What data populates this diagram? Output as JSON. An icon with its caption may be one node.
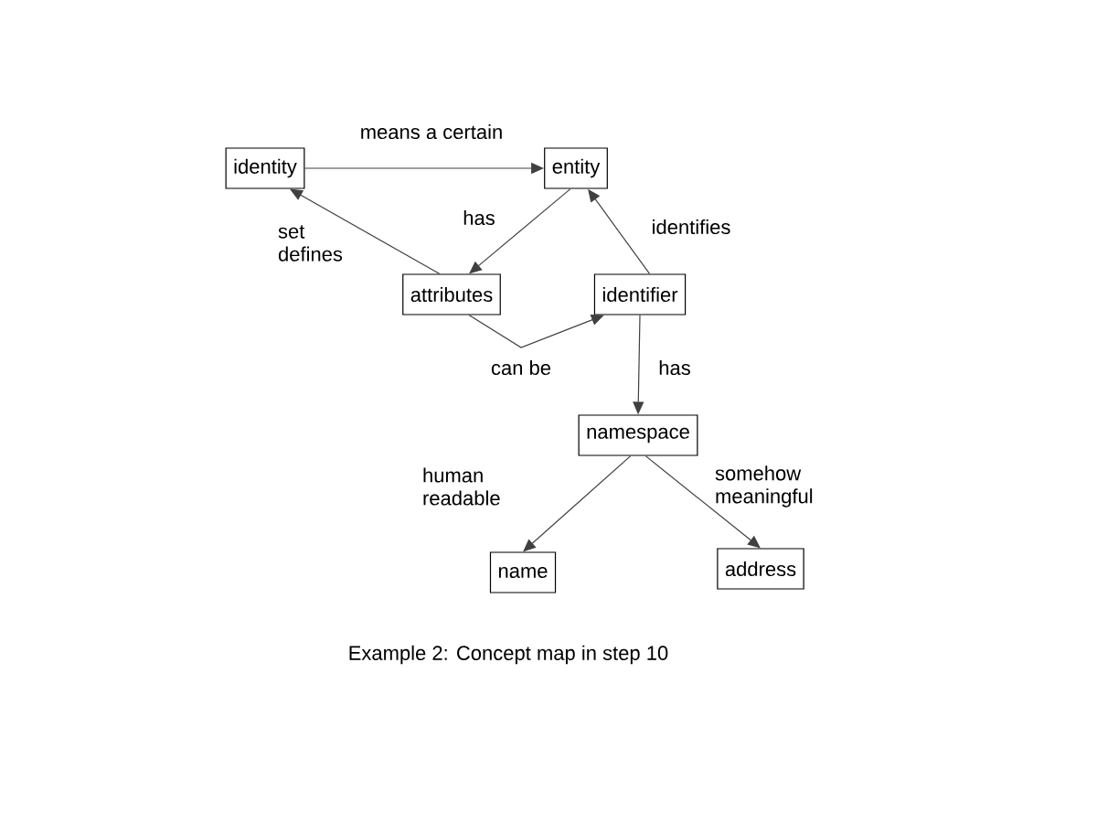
{
  "diagram": {
    "caption": "Example 2: Concept map in step 10",
    "nodes": [
      {
        "text": [
          "identity"
        ]
      },
      {
        "text": [
          "entity"
        ]
      },
      {
        "text": [
          "attributes"
        ]
      },
      {
        "text": [
          "identifier"
        ]
      },
      {
        "text": [
          "namespace"
        ]
      },
      {
        "text": [
          "name"
        ]
      },
      {
        "text": [
          "address"
        ]
      }
    ],
    "edges": [
      {
        "from": 0,
        "to": 1,
        "arrow": "to",
        "label": "means a certain"
      },
      {
        "from": 1,
        "to": 2,
        "arrow": "to",
        "label": "has"
      },
      {
        "from": 2,
        "to": 0,
        "arrow": "to",
        "label": "set defines"
      },
      {
        "from": 3,
        "to": 1,
        "arrow": "to",
        "label": "identifies"
      },
      {
        "from": 2,
        "to": 3,
        "arrow": "to",
        "label": "can be"
      },
      {
        "from": 3,
        "to": 4,
        "arrow": "to",
        "label": "has"
      },
      {
        "from": 4,
        "to": 5,
        "arrow": "to",
        "label": "human readable"
      },
      {
        "from": 4,
        "to": 6,
        "arrow": "to",
        "label": "somehow meaningful"
      }
    ]
  }
}
